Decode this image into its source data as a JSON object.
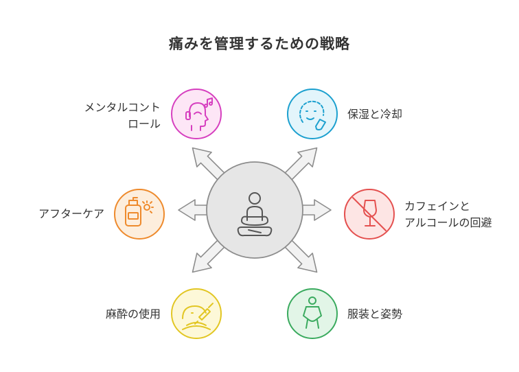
{
  "title": "痛みを管理するための戦略",
  "center": {
    "icon": "meditation-person-icon"
  },
  "nodes": [
    {
      "id": "mental",
      "lines": [
        "メンタルコント",
        "ロール"
      ],
      "icon": "headphones-head-icon",
      "color": "#d63fbf",
      "fill": "#fde6f6"
    },
    {
      "id": "moisture",
      "lines": [
        "保湿と冷却"
      ],
      "icon": "cooling-face-icon",
      "color": "#1ca0cf",
      "fill": "#e3f5fb"
    },
    {
      "id": "aftercare",
      "lines": [
        "アフターケア"
      ],
      "icon": "lotion-bottle-sun-icon",
      "color": "#ee8a2c",
      "fill": "#fdeedd"
    },
    {
      "id": "avoid",
      "lines": [
        "カフェインと",
        "アルコールの回避"
      ],
      "icon": "no-wine-glass-icon",
      "color": "#e4504f",
      "fill": "#fde5e4"
    },
    {
      "id": "anesthesia",
      "lines": [
        "麻酔の使用"
      ],
      "icon": "syringe-face-icon",
      "color": "#e2c623",
      "fill": "#fdf8d8"
    },
    {
      "id": "clothing",
      "lines": [
        "服装と姿勢"
      ],
      "icon": "posture-person-icon",
      "color": "#3aaa5e",
      "fill": "#e2f5e7"
    }
  ]
}
